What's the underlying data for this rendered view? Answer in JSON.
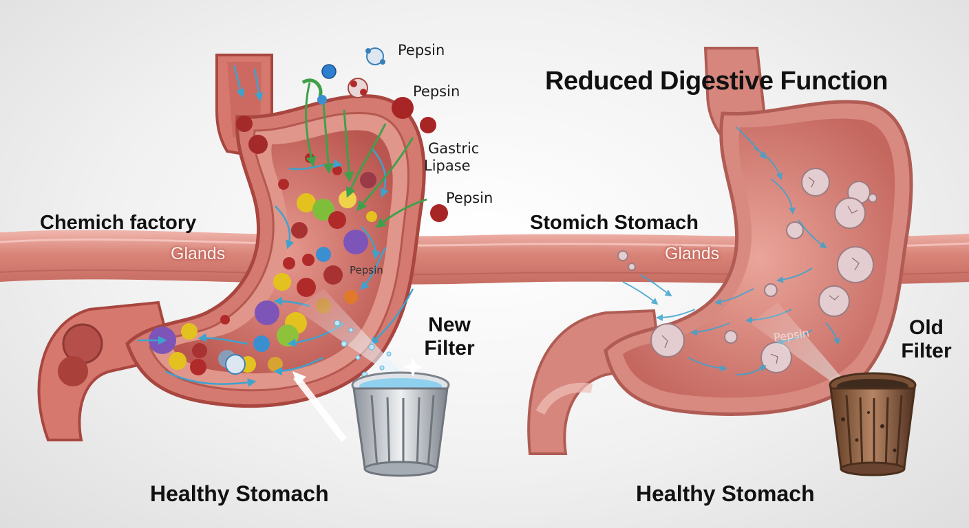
{
  "title": "Reduced Digestive Function",
  "left_panel": {
    "heading": "Chemich factory",
    "glands_label": "Glands",
    "enzymes": {
      "pepsin_1": "Pepsin",
      "pepsin_2": "Pepsin",
      "gastric_lipase_line1": "Gastric",
      "gastric_lipase_line2": "Lipase",
      "pepsin_3": "Pepsin",
      "pepsin_4": "Pepsin"
    },
    "filter_line1": "New",
    "filter_line2": "Filter",
    "bottom_label": "Healthy Stomach"
  },
  "right_panel": {
    "heading": "Stomich Stomach",
    "glands_label": "Glands",
    "faded_enzyme": "Pepsin",
    "filter_line1": "Old",
    "filter_line2": "Filter",
    "bottom_label": "Healthy Stomach"
  },
  "colors": {
    "tissue": "#d9827a",
    "tissue_dark": "#b4544d",
    "lumen": "#c9625b",
    "flow_arrow": "#3ca3cf",
    "enzyme_arrow": "#3fa04a",
    "new_filter": "#c8ccd2",
    "old_filter": "#8a5a3a"
  }
}
